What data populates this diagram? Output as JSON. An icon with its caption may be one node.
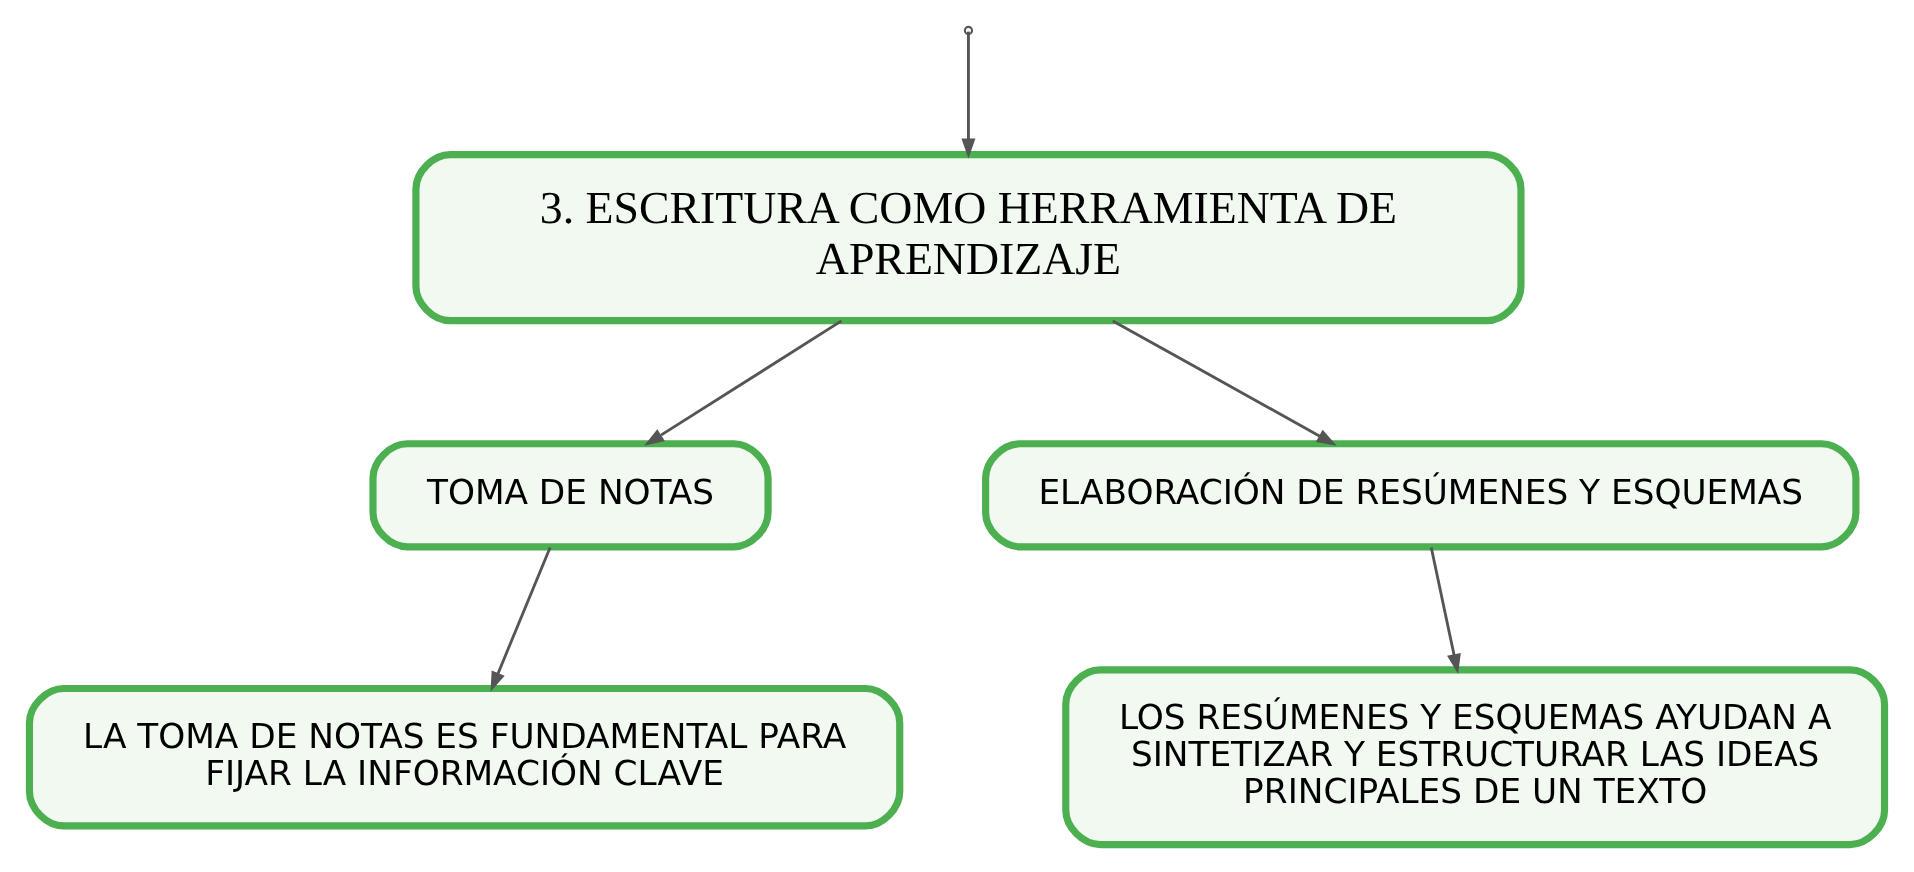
{
  "diagram": {
    "nodes": [
      {
        "text": [
          "3. ESCRITURA COMO HERRAMIENTA DE APRENDIZAJE"
        ]
      },
      {
        "text": [
          "TOMA DE NOTAS"
        ]
      },
      {
        "text": [
          "ELABORACIÓN DE RESÚMENES Y ESQUEMAS"
        ]
      },
      {
        "text": [
          "LA TOMA DE NOTAS ES FUNDAMENTAL PARA FIJAR LA INFORMACIÓN CLAVE"
        ]
      },
      {
        "text": [
          "LOS RESÚMENES Y ESQUEMAS AYUDAN A SINTETIZAR Y ESTRUCTURAR LAS IDEAS PRINCIPALES DE UN TEXTO"
        ]
      }
    ],
    "edges": [
      {
        "from": null,
        "to": 0,
        "arrow": "to"
      },
      {
        "from": 0,
        "to": 1,
        "arrow": "to"
      },
      {
        "from": 0,
        "to": 2,
        "arrow": "to"
      },
      {
        "from": 1,
        "to": 3,
        "arrow": "to"
      },
      {
        "from": 2,
        "to": 4,
        "arrow": "to"
      }
    ]
  }
}
